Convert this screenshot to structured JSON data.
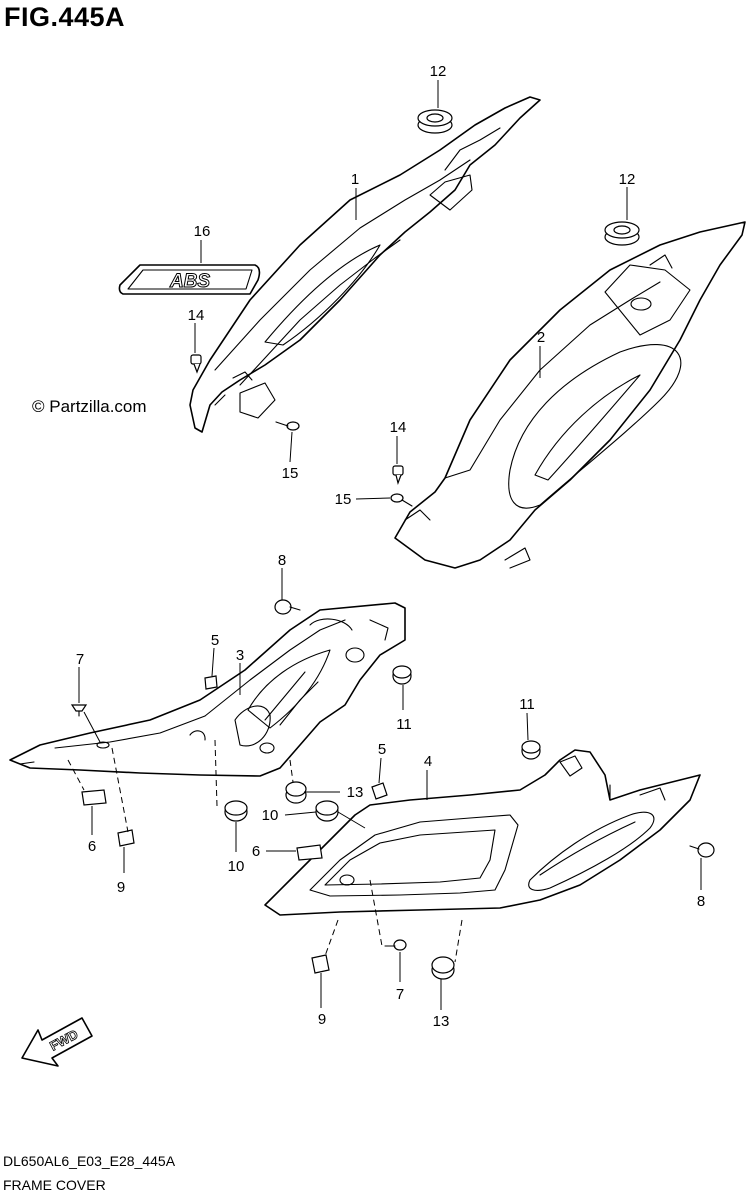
{
  "figure": {
    "title": "FIG.445A",
    "watermark": "© Partzilla.com",
    "diagram_code": "DL650AL6_E03_E28_445A",
    "section_name": "FRAME COVER",
    "direction_label": "FWD",
    "emblem_text": "ABS"
  },
  "callouts": [
    {
      "id": "c12a",
      "text": "12"
    },
    {
      "id": "c1",
      "text": "1"
    },
    {
      "id": "c16",
      "text": "16"
    },
    {
      "id": "c14a",
      "text": "14"
    },
    {
      "id": "c15a",
      "text": "15"
    },
    {
      "id": "c12b",
      "text": "12"
    },
    {
      "id": "c2",
      "text": "2"
    },
    {
      "id": "c14b",
      "text": "14"
    },
    {
      "id": "c15b",
      "text": "15"
    },
    {
      "id": "c8a",
      "text": "8"
    },
    {
      "id": "c5a",
      "text": "5"
    },
    {
      "id": "c3",
      "text": "3"
    },
    {
      "id": "c7a",
      "text": "7"
    },
    {
      "id": "c11a",
      "text": "11"
    },
    {
      "id": "c13a",
      "text": "13"
    },
    {
      "id": "c6a",
      "text": "6"
    },
    {
      "id": "c9a",
      "text": "9"
    },
    {
      "id": "c10a",
      "text": "10"
    },
    {
      "id": "c11b",
      "text": "11"
    },
    {
      "id": "c5b",
      "text": "5"
    },
    {
      "id": "c4",
      "text": "4"
    },
    {
      "id": "c10b",
      "text": "10"
    },
    {
      "id": "c6b",
      "text": "6"
    },
    {
      "id": "c8b",
      "text": "8"
    },
    {
      "id": "c7b",
      "text": "7"
    },
    {
      "id": "c9b",
      "text": "9"
    },
    {
      "id": "c13b",
      "text": "13"
    }
  ]
}
